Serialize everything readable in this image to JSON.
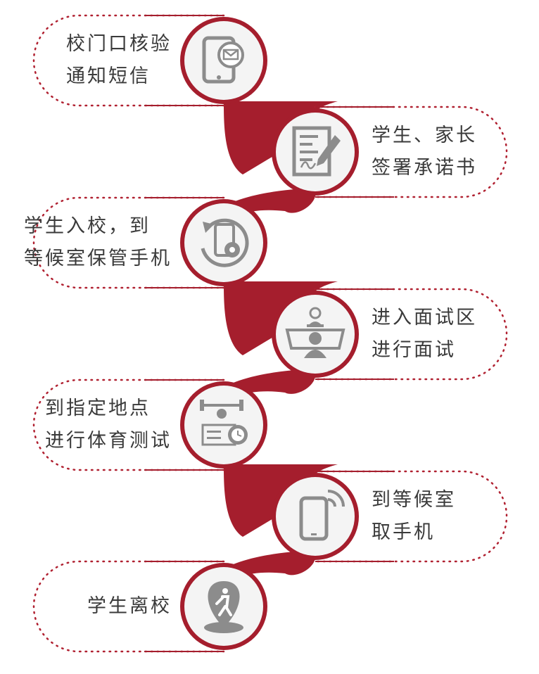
{
  "colors": {
    "accent": "#a51e2d",
    "dots": "#b02030",
    "icon": "#8c8c8c",
    "circle_fill": "#f4f4f4",
    "text": "#3a3a3a"
  },
  "steps": [
    {
      "icon": "phone-message-icon",
      "lines": [
        "校门口核验",
        "通知短信"
      ]
    },
    {
      "icon": "signed-document-icon",
      "lines": [
        "学生、家长",
        "签署承诺书"
      ]
    },
    {
      "icon": "phone-refresh-gear-icon",
      "lines": [
        "学生入校，到",
        "等候室保管手机"
      ]
    },
    {
      "icon": "interview-icon",
      "lines": [
        "进入面试区",
        "进行面试"
      ]
    },
    {
      "icon": "fitness-stopwatch-icon",
      "lines": [
        "到指定地点",
        "进行体育测试"
      ]
    },
    {
      "icon": "phone-signal-icon",
      "lines": [
        "到等候室",
        "取手机"
      ]
    },
    {
      "icon": "location-walk-icon",
      "lines": [
        "学生离校"
      ]
    }
  ]
}
